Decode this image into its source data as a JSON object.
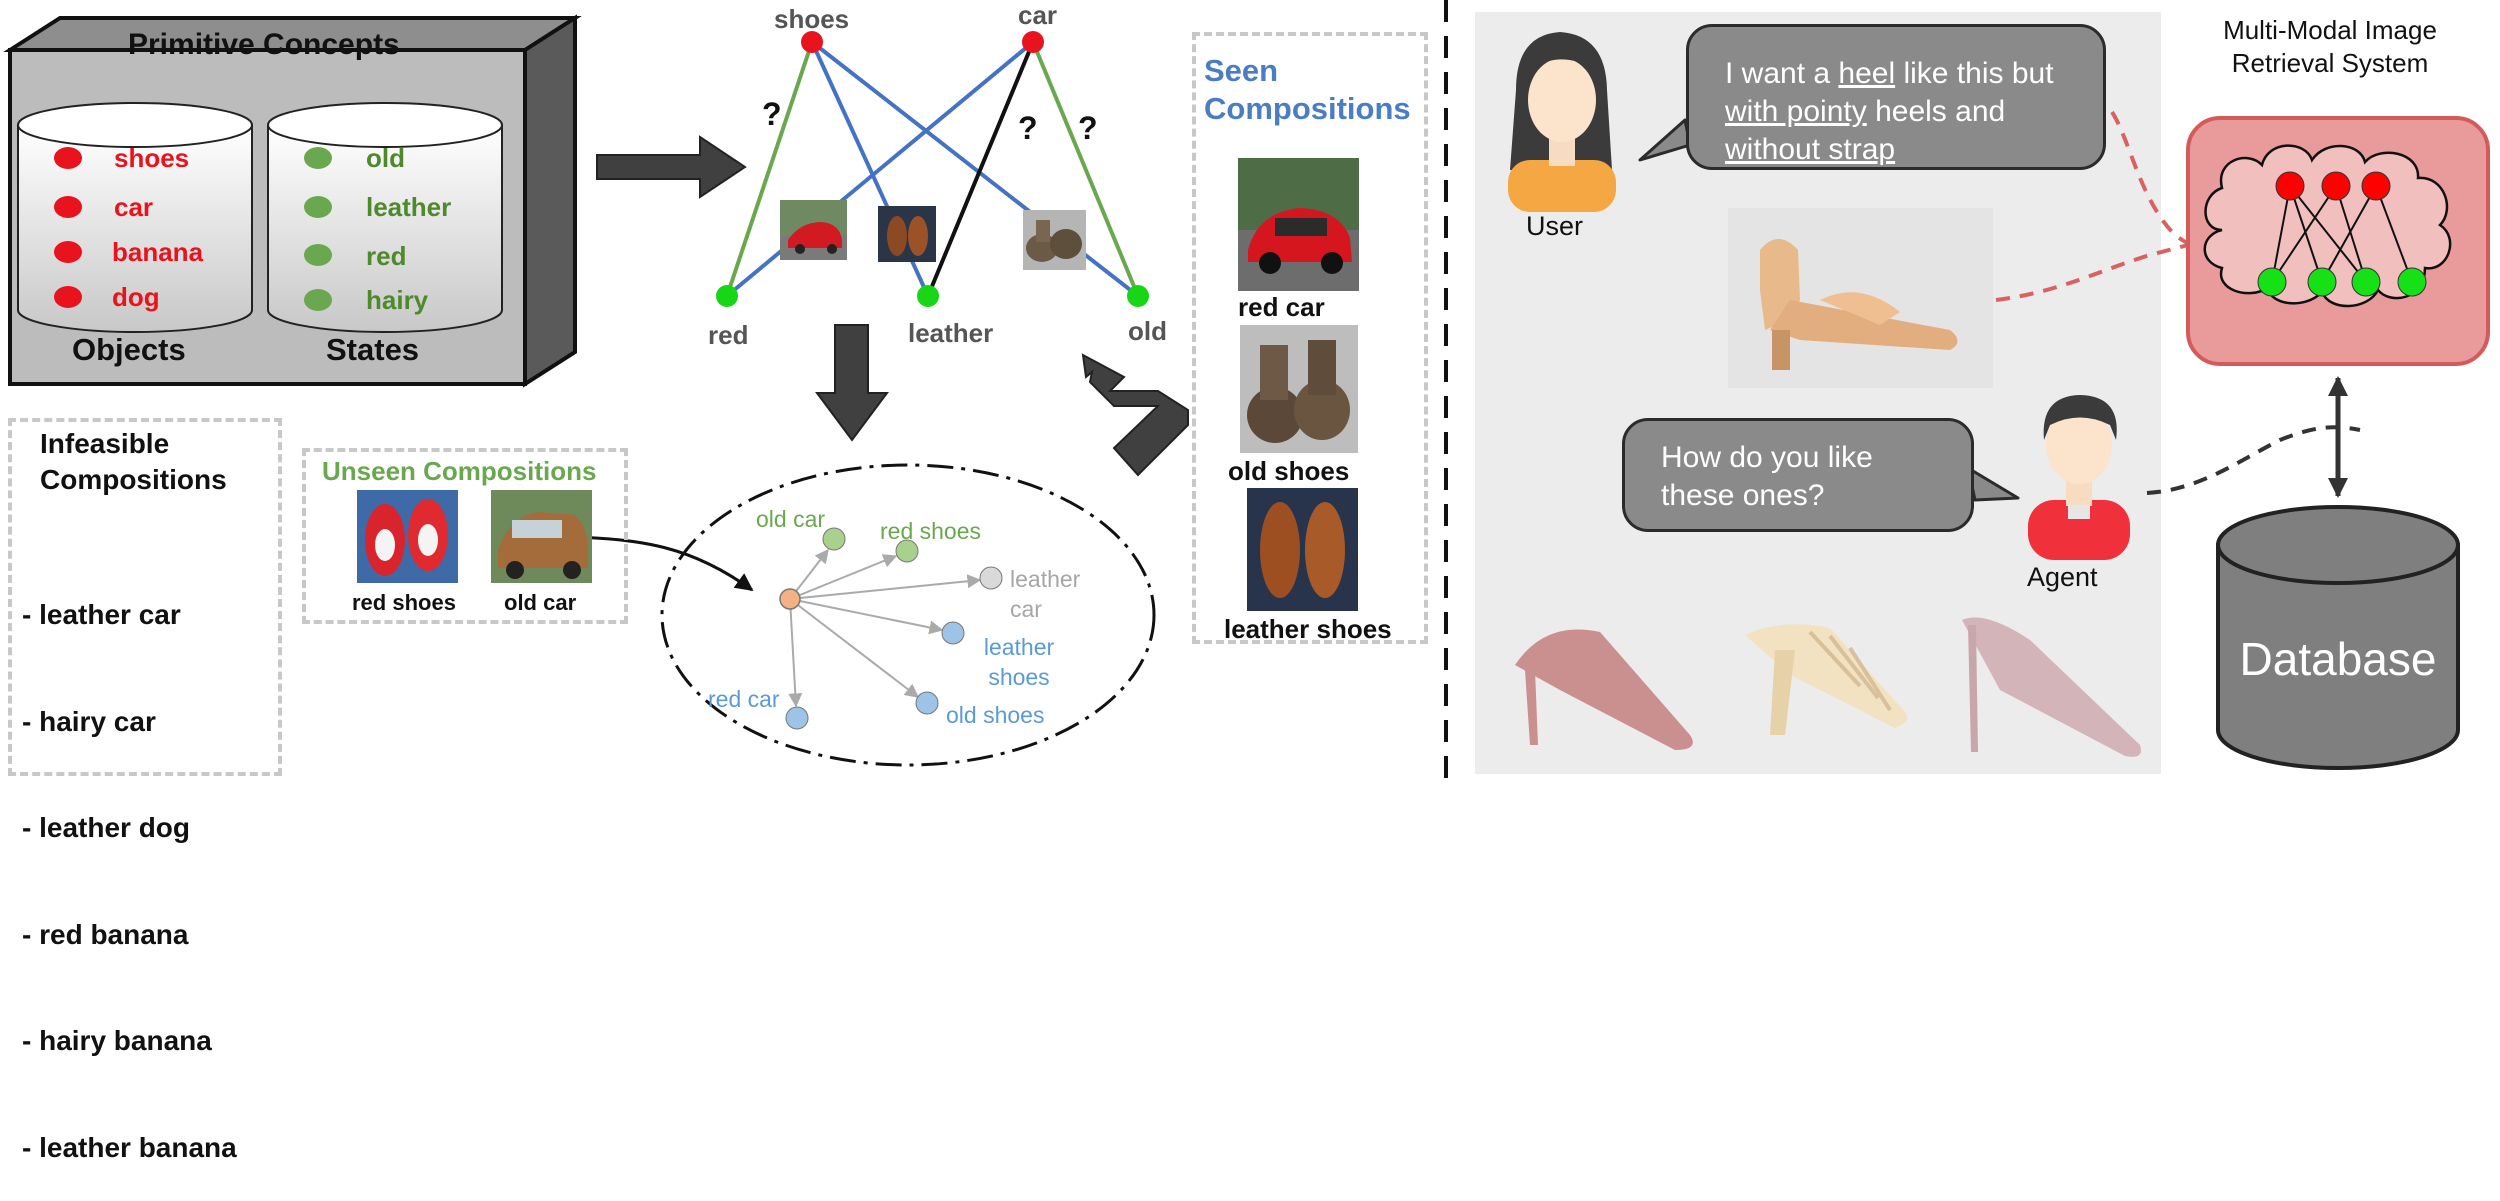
{
  "left_panel": {
    "primitive_box": {
      "title": "Primitive Concepts",
      "objects": {
        "caption": "Objects",
        "items": [
          "shoes",
          "car",
          "banana",
          "dog"
        ]
      },
      "states": {
        "caption": "States",
        "items": [
          "old",
          "leather",
          "red",
          "hairy"
        ]
      }
    },
    "graph": {
      "object_nodes": [
        "shoes",
        "car"
      ],
      "state_nodes": [
        "red",
        "leather",
        "old"
      ],
      "question_marks": [
        "?",
        "?",
        "?"
      ]
    },
    "seen": {
      "title_line1": "Seen",
      "title_line2": "Compositions",
      "items": [
        "red car",
        "old shoes",
        "leather shoes"
      ]
    },
    "unseen": {
      "title": "Unseen Compositions",
      "items": [
        "red shoes",
        "old car"
      ]
    },
    "infeasible": {
      "title_line1": "Infeasible",
      "title_line2": "Compositions",
      "items": [
        "- leather car",
        "- hairy car",
        "- leather dog",
        "- red banana",
        "- hairy banana",
        "- leather banana"
      ]
    },
    "embedding": {
      "labels": [
        "old car",
        "red shoes",
        "leather car",
        "leather shoes",
        "red car",
        "old shoes"
      ]
    }
  },
  "right_panel": {
    "system_title_line1": "Multi-Modal Image",
    "system_title_line2": "Retrieval System",
    "user_label": "User",
    "agent_label": "Agent",
    "user_message": {
      "part1": "I want a ",
      "underlined1": "heel",
      "part2": " like this but",
      "underlined2": "with pointy",
      "part3": " heels and",
      "underlined3": "without strap"
    },
    "agent_message_line1": "How do you like",
    "agent_message_line2": "these ones?",
    "database_label": "Database"
  },
  "colors": {
    "object_red": "#e8131d",
    "state_green": "#16d616",
    "state_text_green": "#4e8a2b",
    "seen_blue": "#4b7dc6",
    "unseen_green": "#6aa84f",
    "edge_blue": "#4472c4",
    "edge_green": "#6aa84f",
    "bubble_gray": "#8a8a8a",
    "system_pink": "#e99a9a",
    "db_gray": "#7f7f7f"
  }
}
